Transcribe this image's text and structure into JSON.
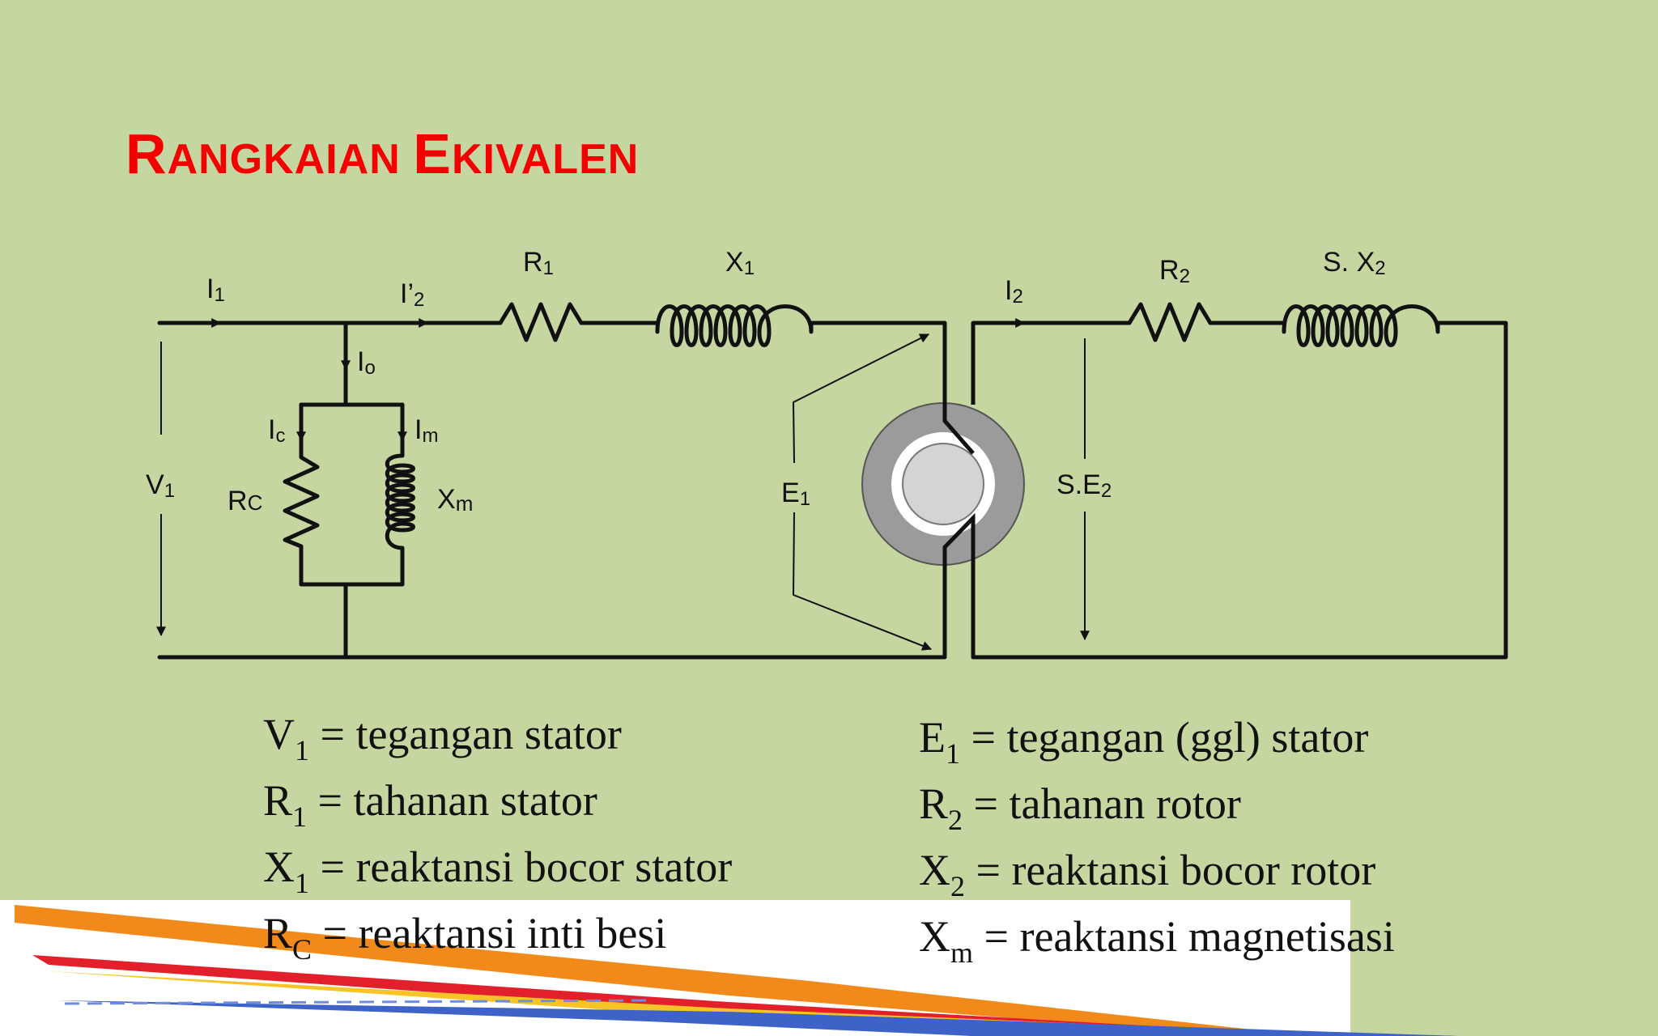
{
  "title": {
    "first_cap": "R",
    "first_rest": "angkaian",
    "second_cap": "E",
    "second_rest": "kivalen"
  },
  "colors": {
    "background": "#c6d6a1",
    "title": "#f40000",
    "wire": "#111111",
    "core_outer": "#9b9b9b",
    "core_inner": "#d4d4d4"
  },
  "circuit_labels": {
    "I1": {
      "main": "I",
      "sub": "1"
    },
    "I2p": {
      "main": "I’",
      "sub": "2"
    },
    "Io": {
      "main": "I",
      "sub": "o"
    },
    "Ic": {
      "main": "I",
      "sub": "c"
    },
    "Im": {
      "main": "I",
      "sub": "m"
    },
    "V1": {
      "main": "V",
      "sub": "1"
    },
    "Rc": {
      "main": "R",
      "sub": "C"
    },
    "Xm": {
      "main": "X",
      "sub": "m"
    },
    "R1": {
      "main": "R",
      "sub": "1"
    },
    "X1": {
      "main": "X",
      "sub": "1"
    },
    "E1": {
      "main": "E",
      "sub": "1"
    },
    "I2": {
      "main": "I",
      "sub": "2"
    },
    "R2": {
      "main": "R",
      "sub": "2"
    },
    "SX2": {
      "main": "S. X",
      "sub": "2"
    },
    "SE2": {
      "main": "S.E",
      "sub": "2"
    }
  },
  "definitions": {
    "left": [
      {
        "sym": "V",
        "sub": "1",
        "text": " = tegangan stator"
      },
      {
        "sym": "R",
        "sub": "1",
        "text": " = tahanan stator"
      },
      {
        "sym": "X",
        "sub": "1",
        "text": " = reaktansi bocor stator"
      },
      {
        "sym": "R",
        "sub": "C",
        "text": " = reaktansi inti besi"
      }
    ],
    "right": [
      {
        "sym": "E",
        "sub": "1",
        "text": " = tegangan (ggl) stator"
      },
      {
        "sym": "R",
        "sub": "2",
        "text": " = tahanan rotor"
      },
      {
        "sym": "X",
        "sub": "2",
        "text": " = reaktansi bocor rotor"
      },
      {
        "sym": "X",
        "sub": "m",
        "text": " = reaktansi magnetisasi"
      }
    ]
  }
}
